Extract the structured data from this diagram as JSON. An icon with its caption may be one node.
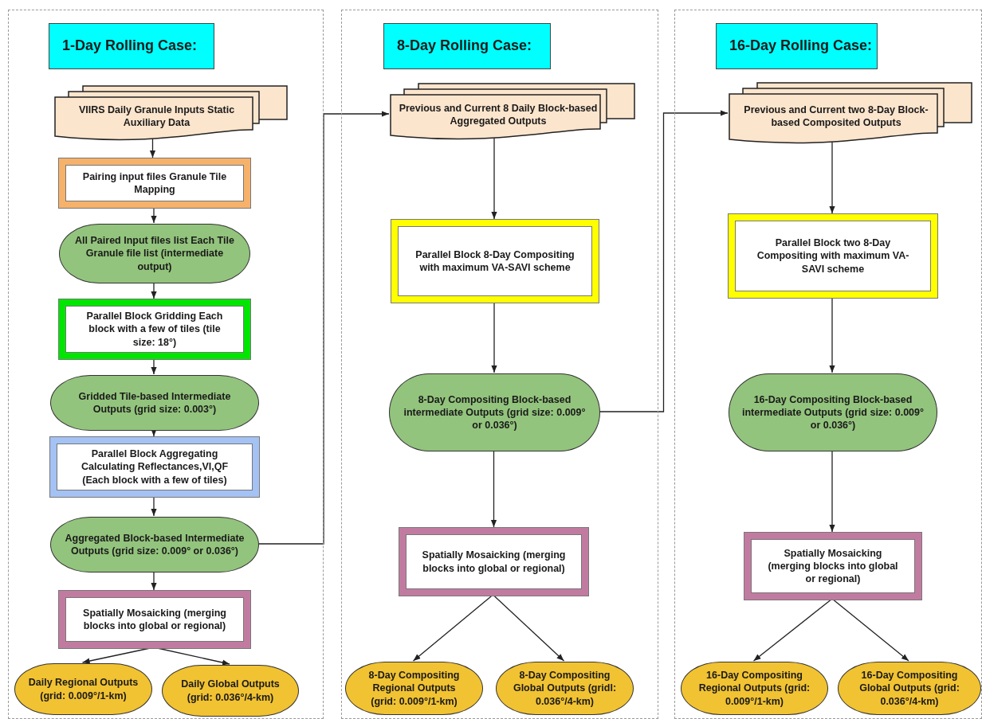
{
  "diagram": {
    "nodes": [
      {
        "text": [],
        "shape": "box"
      },
      {
        "text": [
          "1-Day Rolling Case:"
        ],
        "in": 0
      },
      {
        "text": [
          "VIIRS Daily Granule Inputs Static Auxiliary Data"
        ],
        "in": 0
      },
      {
        "text": [
          "Pairing input files Granule Tile Mapping"
        ],
        "in": 0
      },
      {
        "text": [
          "All Paired Input files list Each Tile Granule file list (intermediate output)"
        ],
        "in": 0
      },
      {
        "text": [
          "Parallel Block Gridding Each block with a few of tiles (tile size: 18°)"
        ],
        "in": 0
      },
      {
        "text": [
          "Gridded Tile-based Intermediate Outputs (grid size: 0.003°)"
        ],
        "in": 0
      },
      {
        "text": [
          "Parallel Block Aggregating Calculating Reflectances,VI,QF (Each block with a few of tiles)"
        ],
        "in": 0
      },
      {
        "text": [
          "Aggregated Block-based Intermediate Outputs (grid size: 0.009° or 0.036°)"
        ],
        "in": 0
      },
      {
        "text": [
          "Spatially Mosaicking (merging blocks into global or regional)"
        ],
        "in": 0
      },
      {
        "text": [
          "Daily Regional Outputs (grid: 0.009°/1-km)"
        ],
        "in": 0
      },
      {
        "text": [
          "Daily Global Outputs (grid: 0.036°/4-km)"
        ],
        "in": 0
      },
      {
        "text": [],
        "shape": "box"
      },
      {
        "text": [
          "8-Day Rolling Case:"
        ],
        "in": 12
      },
      {
        "text": [
          "Previous and Current 8 Daily Block-based Aggregated Outputs"
        ],
        "in": 12
      },
      {
        "text": [
          "Parallel Block 8-Day Compositing with maximum VA-SAVI scheme"
        ],
        "in": 12
      },
      {
        "text": [
          "8-Day Compositing Block-based intermediate Outputs (grid size: 0.009° or 0.036°)"
        ],
        "in": 12
      },
      {
        "text": [
          "Spatially Mosaicking (merging blocks into global or regional)"
        ],
        "in": 12
      },
      {
        "text": [
          "8-Day Compositing Regional Outputs (grid: 0.009°/1-km)"
        ],
        "in": 12
      },
      {
        "text": [
          "8-Day Compositing Global Outputs (gridl: 0.036°/4-km)"
        ],
        "in": 12
      },
      {
        "text": [],
        "shape": "box"
      },
      {
        "text": [
          "16-Day Rolling Case:"
        ],
        "in": 20
      },
      {
        "text": [
          "Previous and Current two 8-Day Block-based Composited Outputs"
        ],
        "in": 20
      },
      {
        "text": [
          "Parallel Block two 8-Day Compositing with maximum VA-SAVI scheme"
        ],
        "in": 20
      },
      {
        "text": [
          "16-Day Compositing Block-based intermediate Outputs (grid size: 0.009° or 0.036°)"
        ],
        "in": 20
      },
      {
        "text": [
          "Spatially Mosaicking (merging blocks into global or regional)"
        ],
        "in": 20
      },
      {
        "text": [
          "16-Day Compositing Regional Outputs (grid: 0.009°/1-km)"
        ],
        "in": 20
      },
      {
        "text": [
          "16-Day Compositing Global Outputs (grid: 0.036°/4-km)"
        ],
        "in": 20
      }
    ],
    "edges": [
      {
        "from": 2,
        "to": 3,
        "arrow": "to"
      },
      {
        "from": 3,
        "to": 4,
        "arrow": "to"
      },
      {
        "from": 4,
        "to": 5,
        "arrow": "to"
      },
      {
        "from": 5,
        "to": 6,
        "arrow": "to"
      },
      {
        "from": 6,
        "to": 7,
        "arrow": "to"
      },
      {
        "from": 7,
        "to": 8,
        "arrow": "to"
      },
      {
        "from": 8,
        "to": 9,
        "arrow": "to"
      },
      {
        "from": 9,
        "to": 10,
        "arrow": "to"
      },
      {
        "from": 9,
        "to": 11,
        "arrow": "to"
      },
      {
        "from": 8,
        "to": 14,
        "arrow": "to"
      },
      {
        "from": 14,
        "to": 15,
        "arrow": "to"
      },
      {
        "from": 15,
        "to": 16,
        "arrow": "to"
      },
      {
        "from": 16,
        "to": 17,
        "arrow": "to"
      },
      {
        "from": 17,
        "to": 18,
        "arrow": "to"
      },
      {
        "from": 17,
        "to": 19,
        "arrow": "to"
      },
      {
        "from": 16,
        "to": 22,
        "arrow": "to"
      },
      {
        "from": 22,
        "to": 23,
        "arrow": "to"
      },
      {
        "from": 23,
        "to": 24,
        "arrow": "to"
      },
      {
        "from": 24,
        "to": 25,
        "arrow": "to"
      },
      {
        "from": 25,
        "to": 26,
        "arrow": "to"
      },
      {
        "from": 25,
        "to": 27,
        "arrow": "to"
      }
    ]
  }
}
